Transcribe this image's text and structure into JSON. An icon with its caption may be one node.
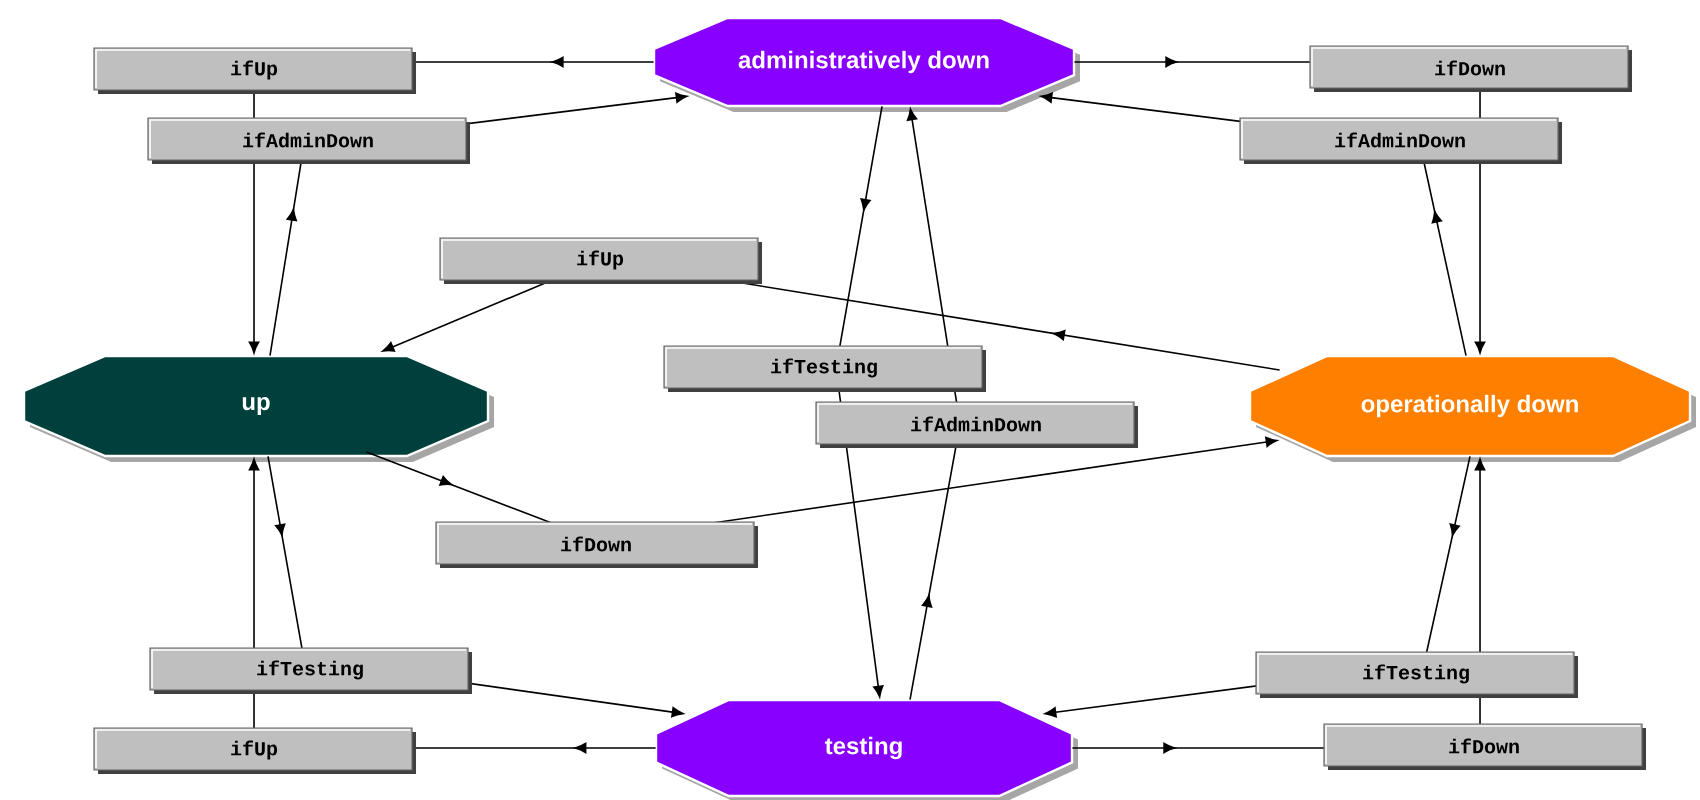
{
  "diagram": {
    "nodes": [
      {
        "text": [
          "administratively down"
        ]
      },
      {
        "text": [
          "up"
        ]
      },
      {
        "text": [
          "operationally down"
        ]
      },
      {
        "text": [
          "testing"
        ]
      }
    ],
    "edges": [
      {
        "from": 0,
        "to": 1,
        "arrow": "to",
        "label": "ifUp"
      },
      {
        "from": 1,
        "to": 0,
        "arrow": "to",
        "label": "ifAdminDown"
      },
      {
        "from": 0,
        "to": 2,
        "arrow": "to",
        "label": "ifDown"
      },
      {
        "from": 2,
        "to": 0,
        "arrow": "to",
        "label": "ifAdminDown"
      },
      {
        "from": 2,
        "to": 1,
        "arrow": "to",
        "label": "ifUp"
      },
      {
        "from": 1,
        "to": 2,
        "arrow": "to",
        "label": "ifDown"
      },
      {
        "from": 0,
        "to": 3,
        "arrow": "to",
        "label": "ifTesting"
      },
      {
        "from": 3,
        "to": 0,
        "arrow": "to",
        "label": "ifAdminDown"
      },
      {
        "from": 3,
        "to": 1,
        "arrow": "to",
        "label": "ifUp"
      },
      {
        "from": 1,
        "to": 3,
        "arrow": "to",
        "label": "ifTesting"
      },
      {
        "from": 3,
        "to": 2,
        "arrow": "to",
        "label": "ifDown"
      },
      {
        "from": 2,
        "to": 3,
        "arrow": "to",
        "label": "ifTesting"
      }
    ]
  }
}
